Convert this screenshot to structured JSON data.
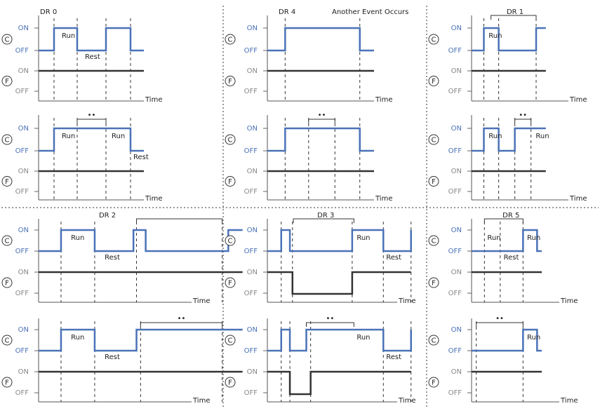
{
  "labels": {
    "on": "ON",
    "off": "OFF",
    "time": "Time",
    "c": "C",
    "f": "F",
    "run": "Run",
    "rest": "Rest",
    "dots": "••"
  },
  "colors": {
    "c_signal": "#4a72b8",
    "f_signal": "#333333"
  },
  "panels": [
    {
      "id": "dr0",
      "title": "DR 0",
      "cell": [
        0,
        0
      ],
      "c": {
        "top": [
          [
            0,
            0
          ],
          [
            0.22,
            1
          ],
          [
            0.55,
            0
          ],
          [
            0.96,
            1
          ],
          [
            1.31,
            0
          ],
          [
            1.5,
            0
          ]
        ]
      },
      "f": {
        "top": [
          [
            0,
            0
          ],
          [
            1.5,
            0
          ]
        ]
      },
      "guides": [
        0.22,
        0.55,
        0.96,
        1.31
      ],
      "texts": [
        [
          "Run",
          0.29,
          "c-low"
        ],
        [
          "Rest",
          0.62,
          "c-mid"
        ]
      ]
    },
    {
      "id": "dr4",
      "title": "DR 4",
      "subtitle": "Another Event Occurs",
      "cell": [
        1,
        0
      ],
      "c": {
        "top": [
          [
            0,
            0
          ],
          [
            0.25,
            1
          ],
          [
            1.3,
            0
          ],
          [
            1.5,
            0
          ]
        ]
      },
      "f": {
        "top": [
          [
            0,
            0
          ],
          [
            1.5,
            0
          ]
        ]
      },
      "guides": [
        0.25,
        1.3
      ]
    },
    {
      "id": "dr1",
      "title": "DR 1",
      "cell": [
        2,
        0
      ],
      "bracket": [
        0.3,
        1.0
      ],
      "c": {
        "top": [
          [
            0,
            0
          ],
          [
            0.19,
            1
          ],
          [
            0.42,
            0
          ],
          [
            1.0,
            1
          ],
          [
            1.15,
            1
          ]
        ]
      },
      "f": {
        "top": [
          [
            0,
            0
          ],
          [
            1.15,
            0
          ]
        ]
      },
      "guides": [
        0.19,
        0.42,
        1.0
      ],
      "texts": [
        [
          "Run",
          0.22,
          "c-low"
        ]
      ]
    },
    {
      "id": "dr0b",
      "cell": [
        0,
        1
      ],
      "bracket": [
        0.55,
        0.96
      ],
      "c": {
        "top": [
          [
            0,
            0
          ],
          [
            0.22,
            1
          ],
          [
            1.31,
            0
          ],
          [
            1.5,
            0
          ]
        ]
      },
      "f": {
        "top": [
          [
            0,
            0
          ],
          [
            1.5,
            0
          ]
        ]
      },
      "guides": [
        0.22,
        0.55,
        0.96,
        1.31
      ],
      "texts": [
        [
          "Run",
          0.29,
          "c-low"
        ],
        [
          "Run",
          1.0,
          "c-low"
        ],
        [
          "Rest",
          1.31,
          "c-mid2"
        ]
      ]
    },
    {
      "id": "dr4b",
      "cell": [
        1,
        1
      ],
      "bracket": [
        0.58,
        0.95
      ],
      "c": {
        "top": [
          [
            0,
            0
          ],
          [
            0.25,
            1
          ],
          [
            1.3,
            0
          ],
          [
            1.5,
            0
          ]
        ]
      },
      "f": {
        "top": [
          [
            0,
            0
          ],
          [
            1.5,
            0
          ]
        ]
      },
      "guides": [
        0.25,
        0.58,
        0.95,
        1.3
      ]
    },
    {
      "id": "dr1b",
      "cell": [
        2,
        1
      ],
      "bracket": [
        0.67,
        0.92
      ],
      "c": {
        "top": [
          [
            0,
            0
          ],
          [
            0.19,
            1
          ],
          [
            0.42,
            0
          ],
          [
            0.67,
            1
          ],
          [
            1.15,
            1
          ]
        ]
      },
      "f": {
        "top": [
          [
            0,
            0
          ],
          [
            1.15,
            0
          ]
        ]
      },
      "guides": [
        0.19,
        0.42,
        0.67,
        0.92
      ],
      "texts": [
        [
          "Run",
          0.22,
          "c-low"
        ],
        [
          "Run",
          0.95,
          "c-low"
        ]
      ]
    },
    {
      "id": "dr2",
      "title": "DR 2",
      "cell": [
        0,
        2
      ],
      "bracket": [
        0.96,
        1.8
      ],
      "c": {
        "top": [
          [
            0,
            0
          ],
          [
            0.22,
            1
          ],
          [
            0.55,
            0
          ],
          [
            0.93,
            1
          ],
          [
            1.05,
            0
          ],
          [
            1.86,
            1
          ],
          [
            2.0,
            1
          ]
        ]
      },
      "f": {
        "top": [
          [
            0,
            0
          ],
          [
            2.0,
            0
          ]
        ]
      },
      "guides": [
        0.22,
        0.55,
        0.96,
        1.8
      ],
      "texts": [
        [
          "Run",
          0.29,
          "c-low"
        ],
        [
          "Rest",
          0.62,
          "c-mid"
        ]
      ]
    },
    {
      "id": "dr3",
      "title": "DR 3",
      "cell": [
        1,
        2
      ],
      "bracket": [
        0.3,
        1.0
      ],
      "c": {
        "top": [
          [
            0,
            0
          ],
          [
            0.16,
            1
          ],
          [
            0.26,
            0
          ],
          [
            0.98,
            1
          ],
          [
            1.34,
            0
          ],
          [
            1.66,
            1
          ]
        ]
      },
      "f": {
        "top": [
          [
            0,
            0
          ],
          [
            0.29,
            -1
          ],
          [
            0.98,
            0
          ],
          [
            1.66,
            0
          ]
        ]
      },
      "guides": [
        0.16,
        0.29,
        0.98,
        1.34,
        1.66
      ],
      "texts": [
        [
          "Run",
          1.0,
          "c-low"
        ],
        [
          "Rest",
          1.34,
          "c-mid"
        ]
      ]
    },
    {
      "id": "dr5",
      "title": "DR 5",
      "cell": [
        2,
        2
      ],
      "bracket": [
        0.22,
        0.88
      ],
      "c": {
        "top": [
          [
            0,
            0
          ],
          [
            0.88,
            1
          ],
          [
            1.12,
            0
          ],
          [
            1.2,
            0
          ]
        ]
      },
      "f": {
        "top": [
          [
            0,
            0
          ],
          [
            1.2,
            0
          ]
        ]
      },
      "guides": [
        0.22,
        0.49,
        0.88
      ],
      "texts": [
        [
          "Run",
          0.22,
          "c-low"
        ],
        [
          "Rest",
          0.5,
          "c-mid"
        ],
        [
          "Run",
          0.9,
          "c-low"
        ]
      ]
    },
    {
      "id": "dr2b",
      "cell": [
        0,
        3
      ],
      "bracket": [
        1.0,
        1.8
      ],
      "c": {
        "top": [
          [
            0,
            0
          ],
          [
            0.22,
            1
          ],
          [
            0.55,
            0
          ],
          [
            0.96,
            1
          ],
          [
            2.0,
            1
          ]
        ]
      },
      "f": {
        "top": [
          [
            0,
            0
          ],
          [
            2.0,
            0
          ]
        ]
      },
      "guides": [
        0.22,
        0.55,
        1.0,
        1.8
      ],
      "texts": [
        [
          "Run",
          0.29,
          "c-low"
        ],
        [
          "Rest",
          0.62,
          "c-mid"
        ]
      ]
    },
    {
      "id": "dr3b",
      "cell": [
        1,
        3
      ],
      "bracket": [
        0.45,
        1.0
      ],
      "c": {
        "top": [
          [
            0,
            0
          ],
          [
            0.16,
            1
          ],
          [
            0.26,
            0
          ],
          [
            0.45,
            1
          ],
          [
            1.34,
            0
          ],
          [
            1.66,
            1
          ]
        ]
      },
      "f": {
        "top": [
          [
            0,
            0
          ],
          [
            0.26,
            -1
          ],
          [
            0.5,
            0
          ],
          [
            1.66,
            0
          ]
        ]
      },
      "guides": [
        0.16,
        0.26,
        0.5,
        1.34,
        1.66
      ],
      "texts": [
        [
          "Run",
          1.0,
          "c-low"
        ],
        [
          "Rest",
          1.34,
          "c-mid"
        ]
      ]
    },
    {
      "id": "dr5b",
      "cell": [
        2,
        3
      ],
      "bracket": [
        0.08,
        0.88
      ],
      "c": {
        "top": [
          [
            0,
            0
          ],
          [
            0.88,
            1
          ],
          [
            1.12,
            0
          ],
          [
            1.2,
            0
          ]
        ]
      },
      "f": {
        "top": [
          [
            0,
            0
          ],
          [
            1.2,
            0
          ]
        ]
      },
      "guides": [
        0.08,
        0.88
      ],
      "texts": [
        [
          "Run",
          0.9,
          "c-low"
        ]
      ]
    }
  ]
}
